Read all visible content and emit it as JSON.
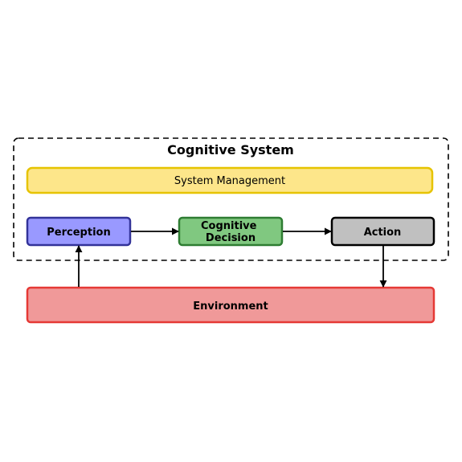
{
  "diagram": {
    "title": "Cognitive System",
    "management": "System Management",
    "perception": "Perception",
    "decision_line1": "Cognitive",
    "decision_line2": "Decision",
    "action": "Action",
    "environment": "Environment"
  },
  "colors": {
    "management_fill": "#fde68a",
    "management_stroke": "#e6c300",
    "perception_fill": "#9999ff",
    "perception_stroke": "#333399",
    "decision_fill": "#80c880",
    "decision_stroke": "#2e7d32",
    "action_fill": "#c0c0c0",
    "action_stroke": "#000000",
    "environment_fill": "#f09999",
    "environment_stroke": "#e53935"
  }
}
